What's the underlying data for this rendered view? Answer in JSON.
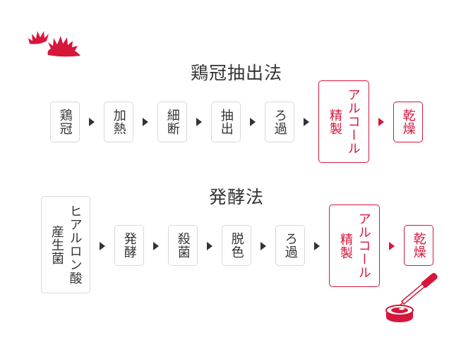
{
  "accent_color": "#d7163b",
  "sections": [
    {
      "title": "鶏冠抽出法",
      "steps": [
        {
          "label": "鶏冠",
          "highlighted": false
        },
        {
          "label": "加熱",
          "highlighted": false
        },
        {
          "label": "細断",
          "highlighted": false
        },
        {
          "label": "抽出",
          "highlighted": false
        },
        {
          "label": "ろ過",
          "highlighted": false
        },
        {
          "label_col1": "アルコール",
          "label_col2": "精製",
          "highlighted": true
        },
        {
          "label": "乾燥",
          "highlighted": true
        }
      ]
    },
    {
      "title": "発酵法",
      "steps": [
        {
          "label_col1": "ヒアルロン酸",
          "label_col2": "産生菌",
          "highlighted": false
        },
        {
          "label": "発酵",
          "highlighted": false
        },
        {
          "label": "殺菌",
          "highlighted": false
        },
        {
          "label": "脱色",
          "highlighted": false
        },
        {
          "label": "ろ過",
          "highlighted": false
        },
        {
          "label_col1": "アルコール",
          "label_col2": "精製",
          "highlighted": true
        },
        {
          "label": "乾燥",
          "highlighted": true
        }
      ]
    }
  ],
  "icons": [
    "rooster-comb-icon",
    "petri-dish-dropper-icon"
  ]
}
